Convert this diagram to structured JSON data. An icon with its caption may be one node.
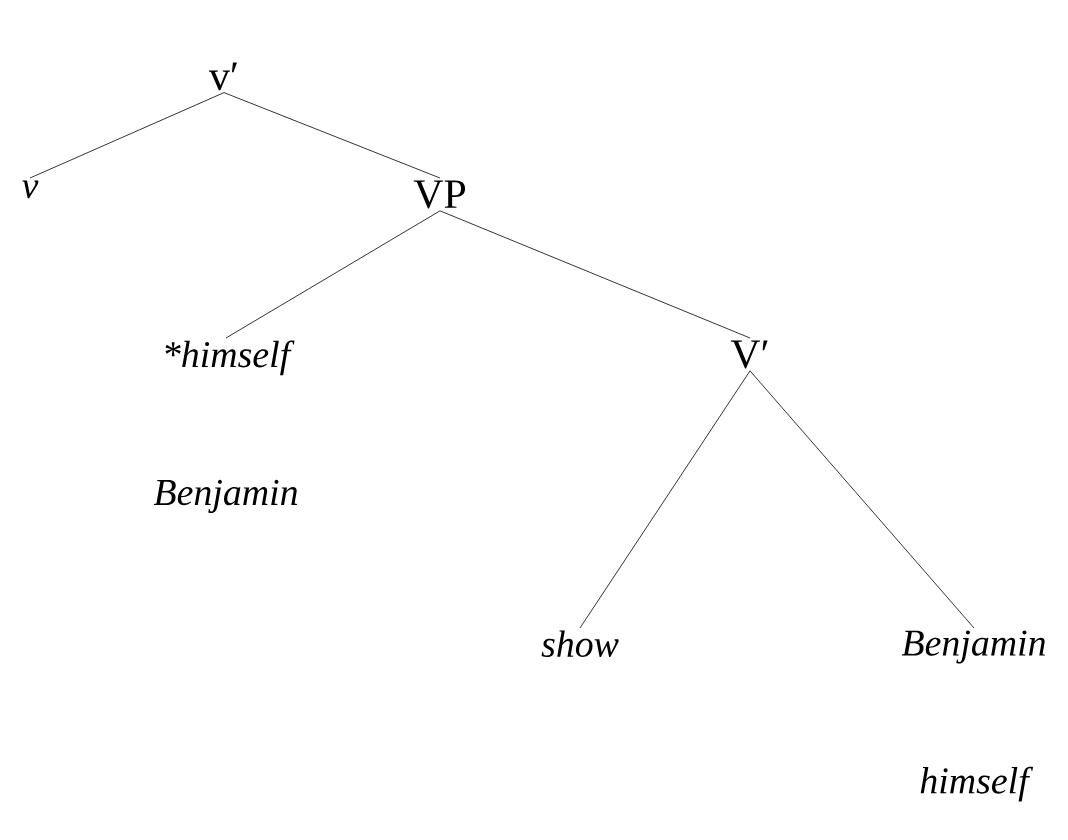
{
  "diagram": {
    "nodes": [
      {
        "text": [
          "v′"
        ]
      },
      {
        "text": [
          "v"
        ]
      },
      {
        "text": [
          "VP"
        ]
      },
      {
        "text": [
          "*himself",
          "Benjamin"
        ]
      },
      {
        "text": [
          "V′"
        ]
      },
      {
        "text": [
          "show"
        ]
      },
      {
        "text": [
          "Benjamin",
          "himself"
        ]
      }
    ],
    "edges": [
      {
        "from": 0,
        "to": 1,
        "arrow": "none"
      },
      {
        "from": 0,
        "to": 2,
        "arrow": "none"
      },
      {
        "from": 2,
        "to": 3,
        "arrow": "none"
      },
      {
        "from": 2,
        "to": 4,
        "arrow": "none"
      },
      {
        "from": 4,
        "to": 5,
        "arrow": "none"
      },
      {
        "from": 4,
        "to": 6,
        "arrow": "none"
      }
    ]
  }
}
